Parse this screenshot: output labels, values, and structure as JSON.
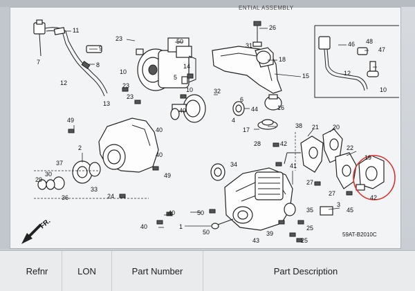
{
  "diagram": {
    "code": "59AT-B2010C",
    "title_fragment": "ENTIAL ASSEMBLY",
    "front_marker": "FR.",
    "callouts": {
      "c1": "1",
      "c2": "2",
      "c3": "3",
      "c4": "4",
      "c5": "5",
      "c6": "6",
      "c7": "7",
      "c8": "8",
      "c9": "9",
      "c10": "10",
      "c11": "11",
      "c12": "12",
      "c13": "13",
      "c14": "14",
      "c15": "15",
      "c16": "16",
      "c17": "17",
      "c18": "18",
      "c19": "19",
      "c20": "20",
      "c21": "21",
      "c22": "22",
      "c23": "23",
      "c24": "24",
      "c25": "25",
      "c26": "26",
      "c27": "27",
      "c28": "28",
      "c29": "29",
      "c30": "30",
      "c31": "31",
      "c32": "32",
      "c33": "33",
      "c34": "34",
      "c35": "35",
      "c36": "36",
      "c37": "37",
      "c38": "38",
      "c39": "39",
      "c40": "40",
      "c41": "41",
      "c42": "42",
      "c43": "43",
      "c44": "44",
      "c45": "45",
      "c46": "46",
      "c47": "47",
      "c48": "48",
      "c49": "49",
      "c50": "50"
    }
  },
  "table": {
    "headers": {
      "refnr": "Refnr",
      "lon": "LON",
      "part_number": "Part Number",
      "part_description": "Part Description"
    }
  }
}
